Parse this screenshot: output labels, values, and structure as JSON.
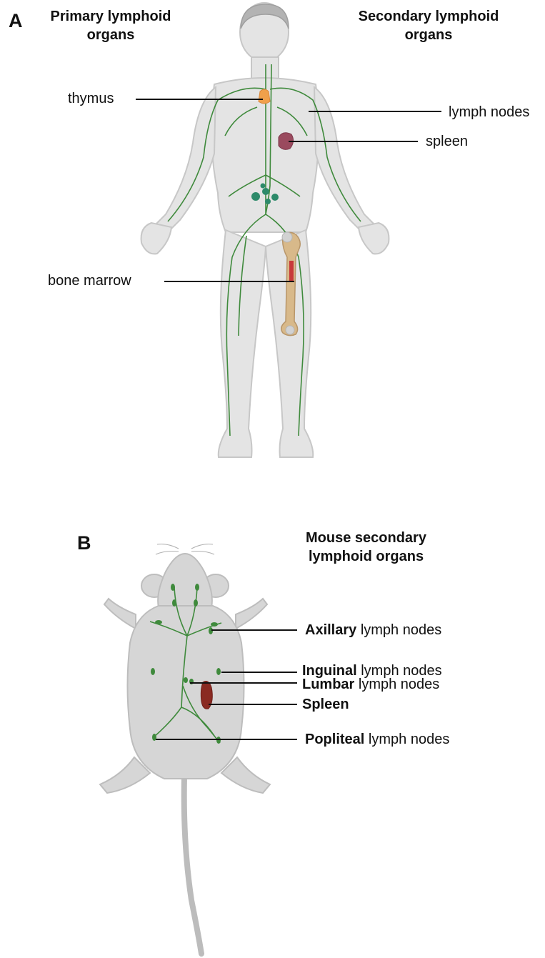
{
  "panel_a": {
    "letter": "A",
    "title_left_line1": "Primary lymphoid",
    "title_left_line2": "organs",
    "title_right_line1": "Secondary lymphoid",
    "title_right_line2": "organs",
    "labels": {
      "thymus": "thymus",
      "lymph_nodes": "lymph nodes",
      "spleen": "spleen",
      "bone_marrow": "bone marrow"
    }
  },
  "panel_b": {
    "letter": "B",
    "title_line1": "Mouse secondary",
    "title_line2": "lymphoid organs",
    "labels": {
      "axillary_bold": "Axillary",
      "axillary_rest": " lymph nodes",
      "inguinal_bold": "Inguinal",
      "inguinal_rest": " lymph nodes",
      "lumbar_bold": "Lumbar",
      "lumbar_rest": " lymph nodes",
      "spleen_bold": "Spleen",
      "popliteal_bold": "Popliteal",
      "popliteal_rest": " lymph nodes"
    }
  },
  "colors": {
    "body": "#e3e3e3",
    "body_outline": "#c9c9c9",
    "lymph": "#3f8a3c",
    "node": "#2d8a6a",
    "thymus": "#f0a04b",
    "spleen_human": "#9a4a5e",
    "bone": "#d8b98a",
    "marrow": "#c83a3a",
    "mouse_body": "#d6d6d6",
    "mouse_spleen": "#8a2a22"
  }
}
